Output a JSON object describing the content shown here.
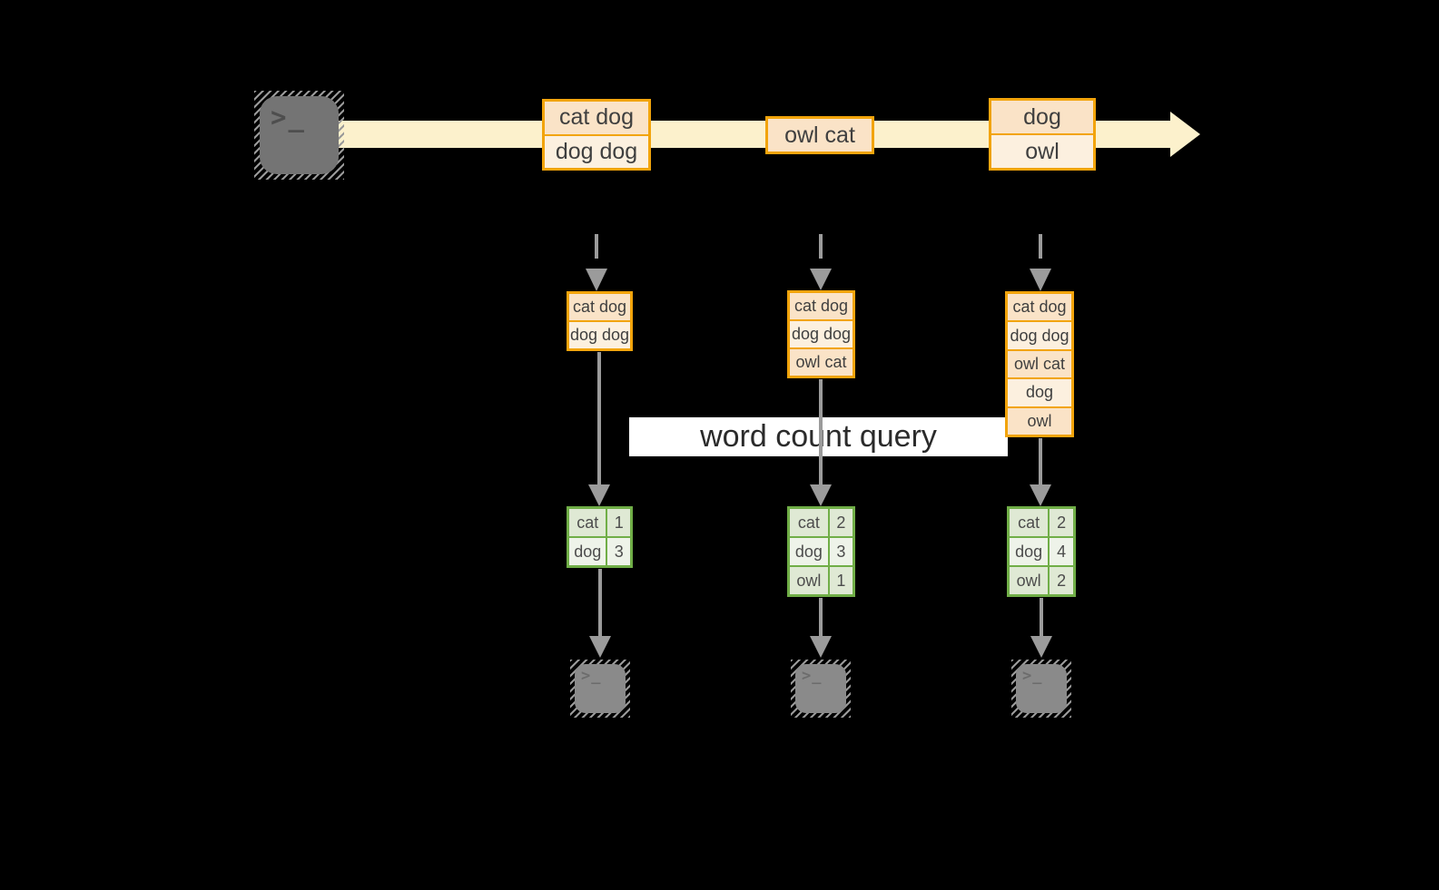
{
  "diagram": {
    "query_label": "word count query",
    "stream": {
      "events": [
        {
          "rows": [
            "cat dog",
            "dog dog"
          ]
        },
        {
          "rows": [
            "owl cat"
          ]
        },
        {
          "rows": [
            "dog",
            "owl"
          ]
        }
      ]
    },
    "columns": [
      {
        "state_rows": [
          "cat dog",
          "dog dog"
        ],
        "table": [
          [
            "cat",
            "1"
          ],
          [
            "dog",
            "3"
          ]
        ]
      },
      {
        "state_rows": [
          "cat dog",
          "dog dog",
          "owl cat"
        ],
        "table": [
          [
            "cat",
            "2"
          ],
          [
            "dog",
            "3"
          ],
          [
            "owl",
            "1"
          ]
        ]
      },
      {
        "state_rows": [
          "cat dog",
          "dog dog",
          "owl cat",
          "dog",
          "owl"
        ],
        "table": [
          [
            "cat",
            "2"
          ],
          [
            "dog",
            "4"
          ],
          [
            "owl",
            "2"
          ]
        ]
      }
    ],
    "terminal": {
      "glyph": ">_"
    },
    "colors": {
      "background": "#000000",
      "stream_band": "#FCF1CC",
      "amber_border": "#F2A40B",
      "event_row_peach": "#FAE3C7",
      "event_row_cream": "#FCF0DF",
      "green_border": "#70AE47",
      "green_cell": "#DFE9D4",
      "green_cell_light": "#EEF3E9",
      "arrow_gray": "#9B9B9B"
    }
  }
}
